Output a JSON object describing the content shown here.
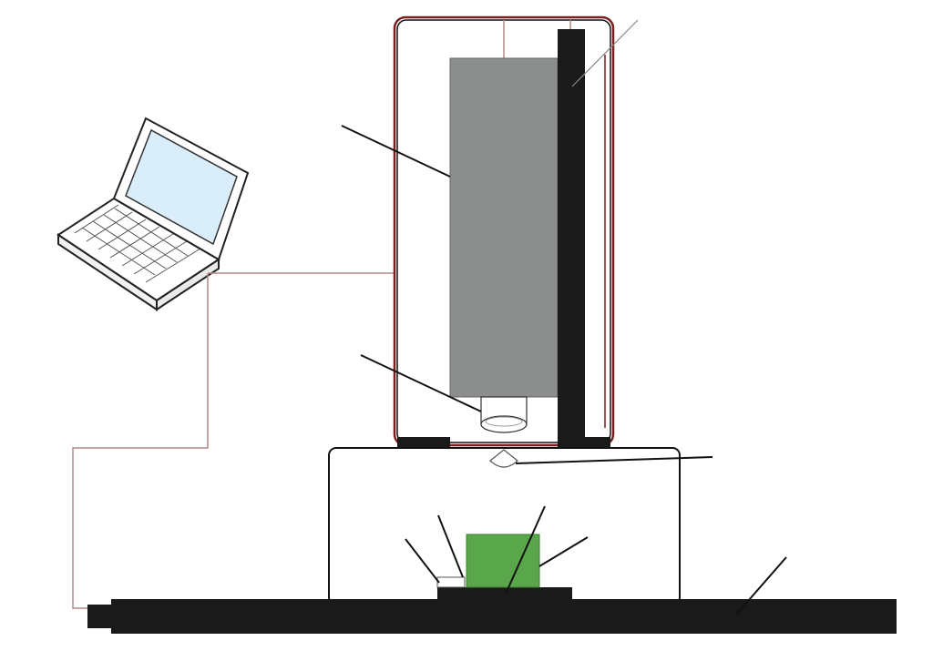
{
  "diagram": {
    "components": [
      {
        "id": "laptop",
        "icon": "laptop-icon"
      },
      {
        "id": "upper-enclosure"
      },
      {
        "id": "gray-unit"
      },
      {
        "id": "vertical-rail"
      },
      {
        "id": "lens"
      },
      {
        "id": "nozzle"
      },
      {
        "id": "lower-enclosure"
      },
      {
        "id": "green-block"
      },
      {
        "id": "small-platform"
      },
      {
        "id": "base-bar"
      }
    ],
    "callout_count": 9,
    "colors": {
      "outline": "#111111",
      "enclosure_red_edge": "#7a1f1f",
      "gray_unit": "#8a8f8e",
      "rail": "#1a1a1a",
      "green_block": "#5aa64a",
      "cable": "#b08a8a",
      "laptop_screen": "#d9eefa"
    }
  }
}
